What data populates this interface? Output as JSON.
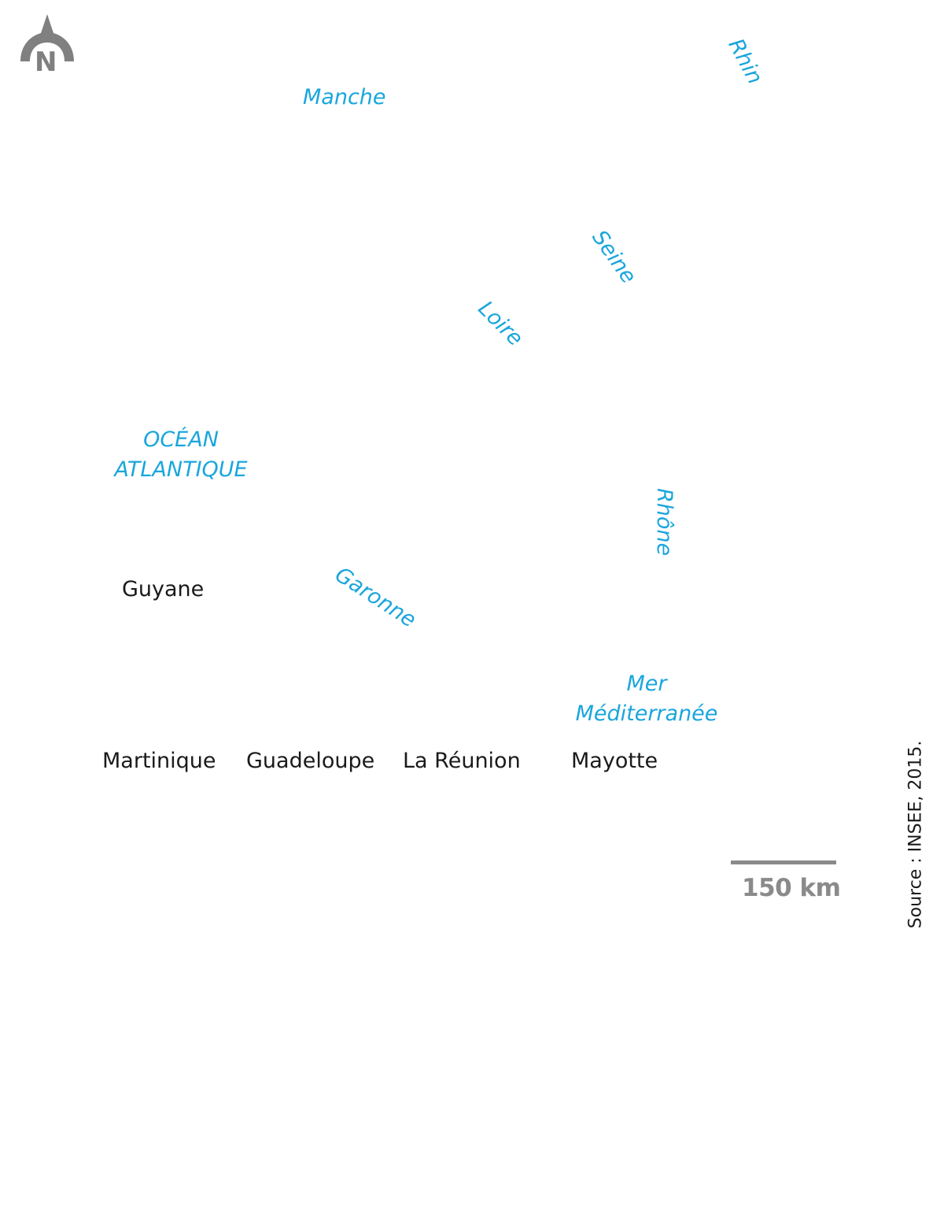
{
  "map": {
    "compass": {
      "letter": "N",
      "icon": "north-arrow-icon",
      "color": "#808080"
    },
    "water_labels": {
      "manche": "Manche",
      "rhin": "Rhin",
      "seine": "Seine",
      "loire": "Loire",
      "ocean_line1": "OCÉAN",
      "ocean_line2": "ATLANTIQUE",
      "rhone": "Rhône",
      "garonne": "Garonne",
      "mer_line1": "Mer",
      "mer_line2": "Méditerranée"
    },
    "territories": {
      "guyane": "Guyane",
      "martinique": "Martinique",
      "guadeloupe": "Guadeloupe",
      "reunion": "La Réunion",
      "mayotte": "Mayotte"
    },
    "scale": {
      "label": "150 km"
    },
    "source": "Source : INSEE, 2015.",
    "colors": {
      "water_label": "#1aa6dc",
      "territory_label": "#1a1a1a",
      "scale": "#8a8a8a"
    }
  }
}
